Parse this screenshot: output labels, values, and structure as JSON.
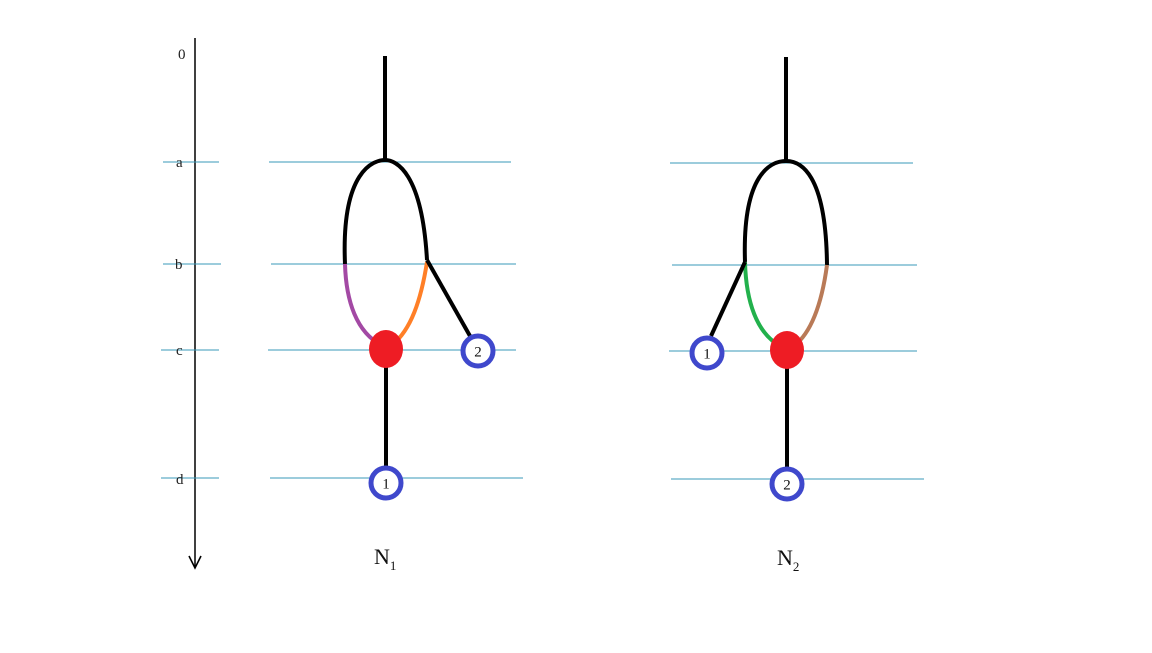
{
  "axis": {
    "ticks": [
      "0",
      "a",
      "b",
      "c",
      "d"
    ]
  },
  "colors": {
    "guide_line": "#3a9ab8",
    "edge": "#000000",
    "reticulation": "#ee1c24",
    "leaf_ring": "#3f48cc",
    "n1_left_arc": "#a349a4",
    "n1_right_arc": "#ff7f27",
    "n2_left_arc": "#22b14c",
    "n2_right_arc": "#b97a57"
  },
  "networks": [
    {
      "name": "N",
      "subscript": "1",
      "leaf_below": "1",
      "leaf_side": "2"
    },
    {
      "name": "N",
      "subscript": "2",
      "leaf_below": "2",
      "leaf_side": "1"
    }
  ]
}
